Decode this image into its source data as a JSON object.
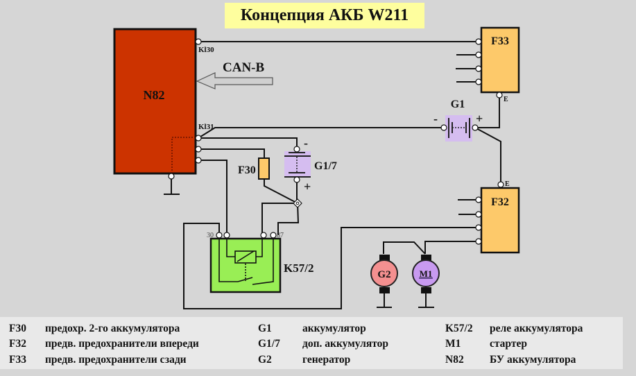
{
  "title": "Концепция АКБ W211",
  "colors": {
    "background": "#d6d6d6",
    "title_bg": "#fefe9e",
    "n82_fill": "#cc3300",
    "fuse_box_fill": "#fdc96a",
    "relay_fill": "#99ee55",
    "battery_fill": "#d5bdf0",
    "generator_fill": "#f49090",
    "starter_fill": "#c89af0",
    "legend_bg": "#e9e9e9"
  },
  "diagram": {
    "n82": {
      "label": "N82",
      "pin_kl30": "Kl30",
      "pin_kl31": "Kl31"
    },
    "can_bus": {
      "label": "CAN-B"
    },
    "f33": {
      "label": "F33",
      "pin_e": "E"
    },
    "f32": {
      "label": "F32",
      "pin_e": "E"
    },
    "g1": {
      "label": "G1",
      "minus": "-",
      "plus": "+"
    },
    "g1_7": {
      "label": "G1/7",
      "minus": "-",
      "plus": "+"
    },
    "f30": {
      "label": "F30"
    },
    "k57_2": {
      "label": "K57/2",
      "pin_30": "30",
      "pin_87": "87"
    },
    "g2": {
      "label": "G2"
    },
    "m1": {
      "label": "M1"
    }
  },
  "legend": {
    "columns": [
      [
        {
          "code": "F30",
          "desc": "предохр. 2-го аккумулятора"
        },
        {
          "code": "F32",
          "desc": "предв. предохранители впереди"
        },
        {
          "code": "F33",
          "desc": "предв. предохранители сзади"
        }
      ],
      [
        {
          "code": "G1",
          "desc": "аккумулятор"
        },
        {
          "code": "G1/7",
          "desc": "доп. аккумулятор"
        },
        {
          "code": "G2",
          "desc": "генератор"
        }
      ],
      [
        {
          "code": "K57/2",
          "desc": "реле аккумулятора"
        },
        {
          "code": "M1",
          "desc": "стартер"
        },
        {
          "code": "N82",
          "desc": "БУ аккумулятора"
        }
      ]
    ]
  }
}
